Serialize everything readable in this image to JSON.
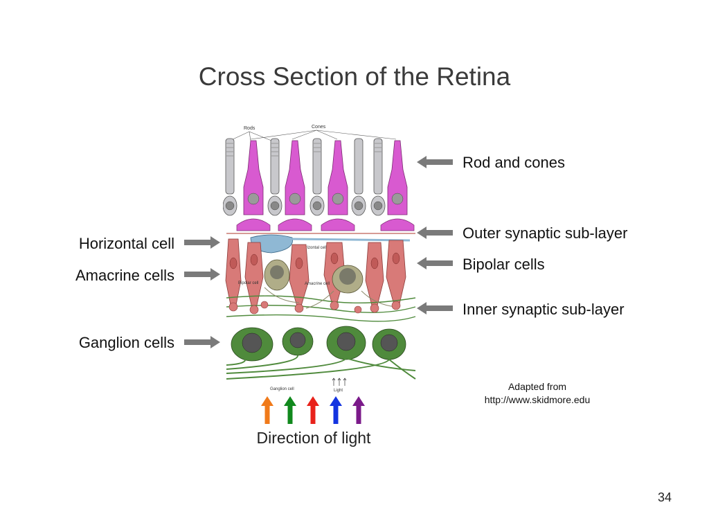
{
  "slide": {
    "title": "Cross Section of the Retina",
    "page_number": "34"
  },
  "labels_right": {
    "rods_cones": "Rod and cones",
    "outer_synaptic": "Outer synaptic sub-layer",
    "bipolar": "Bipolar cells",
    "inner_synaptic": "Inner synaptic sub-layer"
  },
  "labels_left": {
    "horizontal": "Horizontal cell",
    "amacrine": "Amacrine cells",
    "ganglion": "Ganglion cells"
  },
  "credit": {
    "line1": "Adapted from",
    "line2": "http://www.skidmore.edu"
  },
  "direction": {
    "label": "Direction of light",
    "arrow_colors": [
      "#f07a1a",
      "#11891d",
      "#e8221b",
      "#1434e0",
      "#7b1a8a"
    ]
  },
  "diagram_text": {
    "rods": "Rods",
    "cones": "Cones",
    "horizontal_cell": "Horizontal cell",
    "bipolar_cell": "Bipolar cell",
    "amacrine_cell": "Amacrine cell",
    "ganglion_cell": "Ganglion cell",
    "light": "Light"
  },
  "colors": {
    "rod": "#c8c8cc",
    "cone": "#d85ad0",
    "horizontal": "#8fb8d4",
    "bipolar": "#d87a78",
    "amacrine": "#b0ad88",
    "ganglion": "#4f8a3c",
    "pointer": "#7a7a7a"
  }
}
